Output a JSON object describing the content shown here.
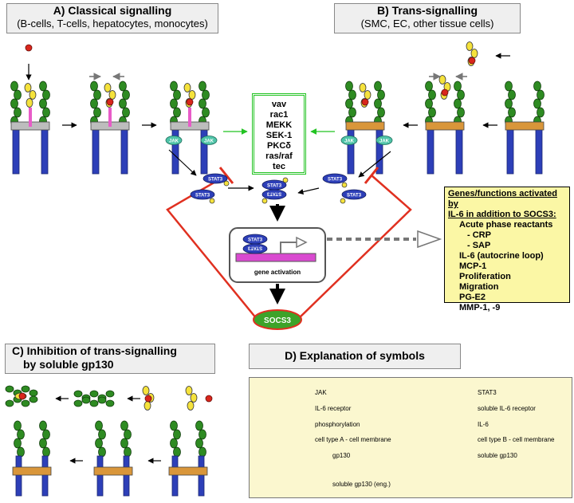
{
  "panel_a": {
    "title": "A) Classical signalling",
    "subtitle": "(B-cells, T-cells, hepatocytes, monocytes)"
  },
  "panel_b": {
    "title": "B) Trans-signalling",
    "subtitle": "(SMC, EC, other tissue cells)"
  },
  "panel_c": {
    "title": "C) Inhibition of trans-signalling",
    "subtitle": "by soluble gp130"
  },
  "panel_d": {
    "title": "D) Explanation of symbols"
  },
  "kinases": [
    "vav",
    "rac1",
    "MEKK",
    "SEK-1",
    "PKCδ",
    "ras/raf",
    "tec"
  ],
  "labels": {
    "jak": "JAK",
    "stat3": "STAT3",
    "socs3": "SOCS3",
    "gene_activation": "gene activation"
  },
  "genes_box": {
    "heading": [
      "Genes/functions activated by",
      "IL-6 in addition to SOCS3:"
    ],
    "items": [
      {
        "text": "Acute phase reactants",
        "level": 1
      },
      {
        "text": "- CRP",
        "level": 2
      },
      {
        "text": "- SAP",
        "level": 2
      },
      {
        "text": "IL-6 (autocrine loop)",
        "level": 1
      },
      {
        "text": "MCP-1",
        "level": 1
      },
      {
        "text": "Proliferation",
        "level": 1
      },
      {
        "text": "Migration",
        "level": 1
      },
      {
        "text": "PG-E2",
        "level": 1
      },
      {
        "text": "MMP-1, -9",
        "level": 1
      }
    ]
  },
  "legend": {
    "jak": "JAK",
    "stat3": "STAT3",
    "il6_receptor": "IL-6 receptor",
    "soluble_il6_receptor": "soluble IL-6 receptor",
    "phosphorylation": "phosphorylation",
    "il6": "IL-6",
    "cell_a": "cell type A - cell membrane",
    "cell_b": "cell type B - cell membrane",
    "gp130": "gp130",
    "soluble_gp130": "soluble gp130",
    "soluble_gp130_eng": "soluble gp130 (eng.)"
  },
  "colors": {
    "green_domain": "#2e8b22",
    "receptor_yellow": "#f5e23c",
    "il6_red": "#d9261c",
    "stat3_blue": "#2d3fb8",
    "jak_teal": "#4fc4a8",
    "membrane_a": "#bdbdbd",
    "membrane_b": "#d9963a",
    "inhibit_red": "#e03020",
    "kinase_green": "#22c322",
    "socs3_fill": "#3da32a",
    "gene_box": "#fbf7a5",
    "legend_bg": "#fbf7cf",
    "il6r_pink": "#e85cc8"
  }
}
